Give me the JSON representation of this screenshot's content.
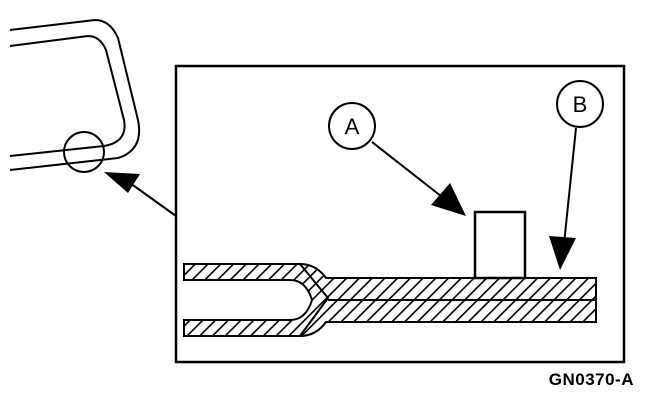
{
  "callouts": {
    "a": "A",
    "b": "B"
  },
  "figure_code": "GN0370-A"
}
